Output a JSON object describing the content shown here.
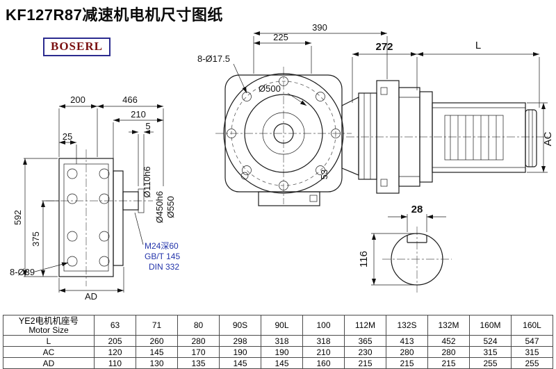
{
  "title": "KF127R87减速机电机尺寸图纸",
  "logo": "BOSERL",
  "drawing": {
    "left_view": {
      "dim_200": "200",
      "dim_466": "466",
      "dim_210": "210",
      "dim_5": "5",
      "dim_25": "25",
      "dim_592": "592",
      "dim_375": "375",
      "dim_holes": "8-Ø39",
      "dim_ad": "AD",
      "dim_d110": "Ø110h6",
      "dim_d450": "Ø450h6",
      "dim_d550": "Ø550",
      "note_m24": "M24深60",
      "note_gbt": "GB/T 145",
      "note_din": "DIN 332"
    },
    "center_view": {
      "dim_holes": "8-Ø17.5",
      "dim_225": "225",
      "dim_390": "390",
      "dim_d500": "Ø500",
      "dim_53": "53"
    },
    "right_view": {
      "dim_272": "272",
      "dim_L": "L",
      "dim_AC": "AC",
      "dim_28": "28",
      "dim_116": "116"
    }
  },
  "table": {
    "header_cn": "YE2电机机座号",
    "header_en": "Motor Size",
    "sizes": [
      "63",
      "71",
      "80",
      "90S",
      "90L",
      "100",
      "112M",
      "132S",
      "132M",
      "160M",
      "160L"
    ],
    "rows": [
      {
        "label": "L",
        "values": [
          "205",
          "260",
          "280",
          "298",
          "318",
          "318",
          "365",
          "413",
          "452",
          "524",
          "547"
        ]
      },
      {
        "label": "AC",
        "values": [
          "120",
          "145",
          "170",
          "190",
          "190",
          "210",
          "230",
          "280",
          "280",
          "315",
          "315"
        ]
      },
      {
        "label": "AD",
        "values": [
          "110",
          "130",
          "135",
          "145",
          "145",
          "160",
          "215",
          "215",
          "215",
          "255",
          "255"
        ]
      }
    ]
  }
}
